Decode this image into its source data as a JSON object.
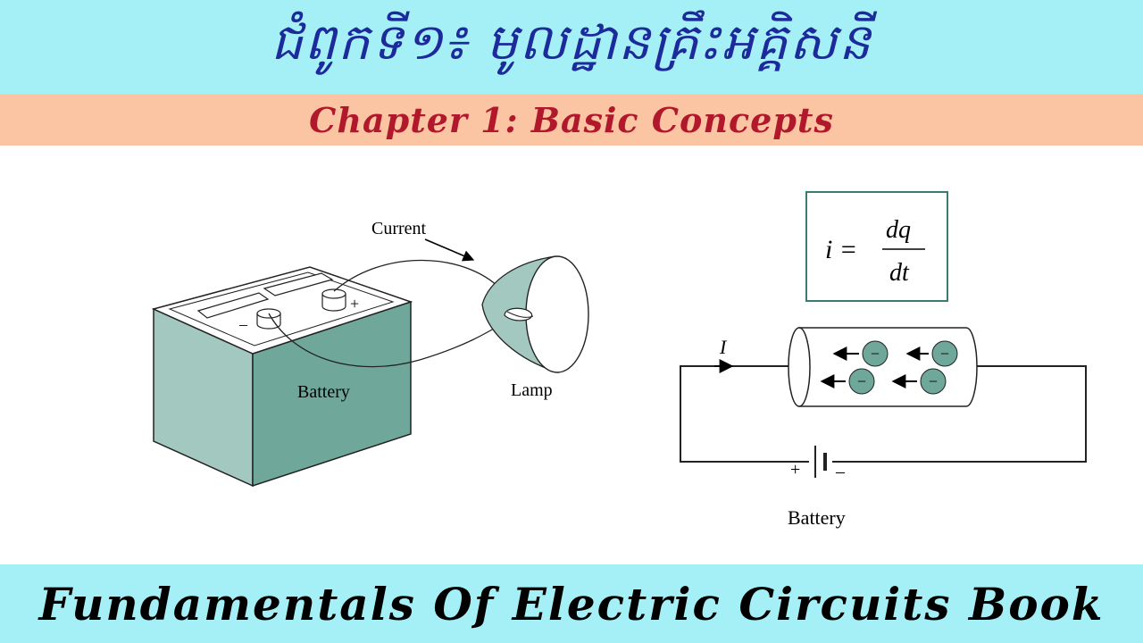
{
  "header": {
    "khmer_title": "ជំពូកទី១៖ មូលដ្ឋានគ្រឹះអគ្គិសនី",
    "subtitle": "Chapter 1: Basic Concepts"
  },
  "left_diagram": {
    "current_label": "Current",
    "battery_label": "Battery",
    "lamp_label": "Lamp",
    "plus_sign": "+",
    "minus_sign": "–"
  },
  "right_diagram": {
    "formula_lhs": "i =",
    "formula_num": "dq",
    "formula_den": "dt",
    "current_symbol": "I",
    "battery_label": "Battery",
    "plus_sign": "+",
    "minus_sign": "–",
    "electron_sign": "−"
  },
  "footer": {
    "title": "Fundamentals Of  Electric Circuits Book"
  },
  "colors": {
    "top_band": "#a4f0f6",
    "sub_band": "#fbc5a4",
    "teal": "#6fa89a",
    "khmer_text": "#1c2a9c",
    "subtitle_text": "#b2182b"
  }
}
